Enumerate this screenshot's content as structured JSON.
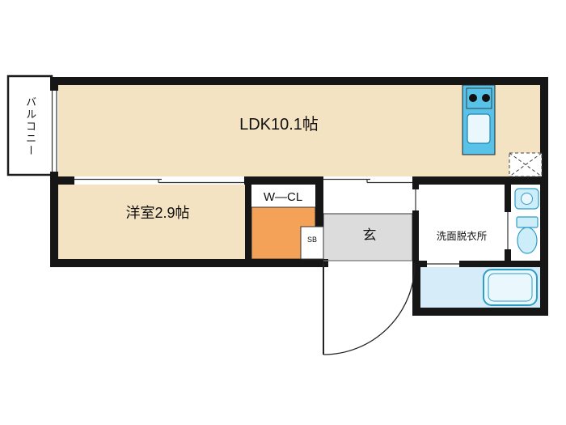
{
  "plan": {
    "rooms": {
      "balcony": {
        "label": "バルコニー"
      },
      "ldk": {
        "label": "LDK10.1帖"
      },
      "western": {
        "label": "洋室2.9帖"
      },
      "closet": {
        "label": "W—CL"
      },
      "entrance": {
        "label": "玄"
      },
      "washroom": {
        "label": "洗面脱衣所"
      },
      "shoe_box": {
        "label": "SB"
      }
    },
    "fixtures": [
      "kitchen-counter",
      "stove-burners",
      "kitchen-sink",
      "refrigerator-space",
      "hand-wash-basin",
      "toilet",
      "bathtub",
      "entry-door-swing",
      "shoe-box"
    ],
    "colors": {
      "wall": "#161616",
      "floor_beige": "#f4e3c2",
      "closet_orange": "#f4a257",
      "entrance_gray": "#dcdcdc",
      "kitchen_cyan": "#58c2e9",
      "bath_floor_blue": "#d6ecf9",
      "fixture_blue": "#cdeef8"
    }
  }
}
